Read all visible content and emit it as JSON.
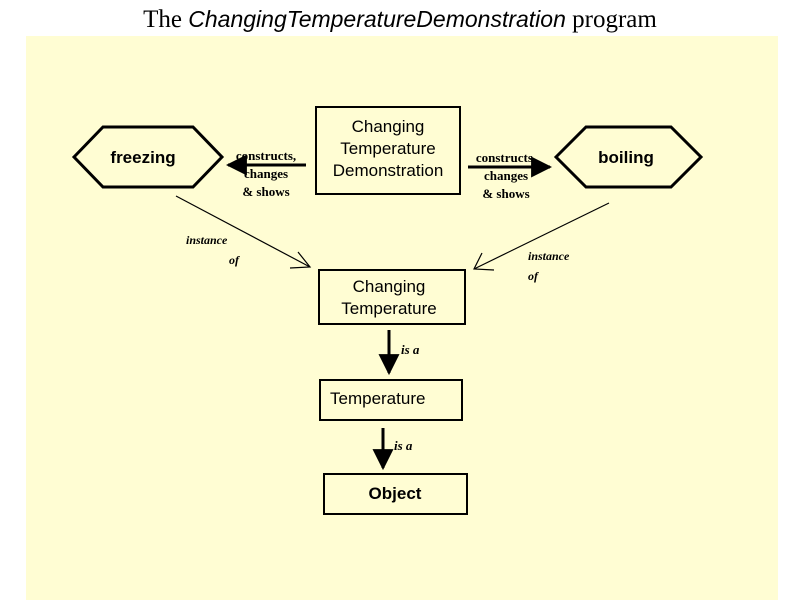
{
  "title": {
    "prefix": "The",
    "program": "ChangingTemperatureDemonstration",
    "suffix": "program"
  },
  "colors": {
    "background": "#fffdd3",
    "stroke": "#000000"
  },
  "nodes": {
    "demo": {
      "line1": "Changing",
      "line2": "Temperature",
      "line3": "Demonstration"
    },
    "freezing": {
      "label": "freezing"
    },
    "boiling": {
      "label": "boiling"
    },
    "changing_temperature": {
      "line1": "Changing",
      "line2": "Temperature"
    },
    "temperature": {
      "label": "Temperature"
    },
    "object": {
      "label": "Object"
    }
  },
  "edges": {
    "left_constructs": {
      "line1": "constructs,",
      "line2": "changes",
      "line3": "& shows"
    },
    "right_constructs": {
      "line1": "constructs,",
      "line2": "changes",
      "line3": "& shows"
    },
    "left_instance": {
      "line1": "instance",
      "line2": "of"
    },
    "right_instance": {
      "line1": "instance",
      "line2": "of"
    },
    "isa_1": {
      "label": "is a"
    },
    "isa_2": {
      "label": "is a"
    }
  }
}
